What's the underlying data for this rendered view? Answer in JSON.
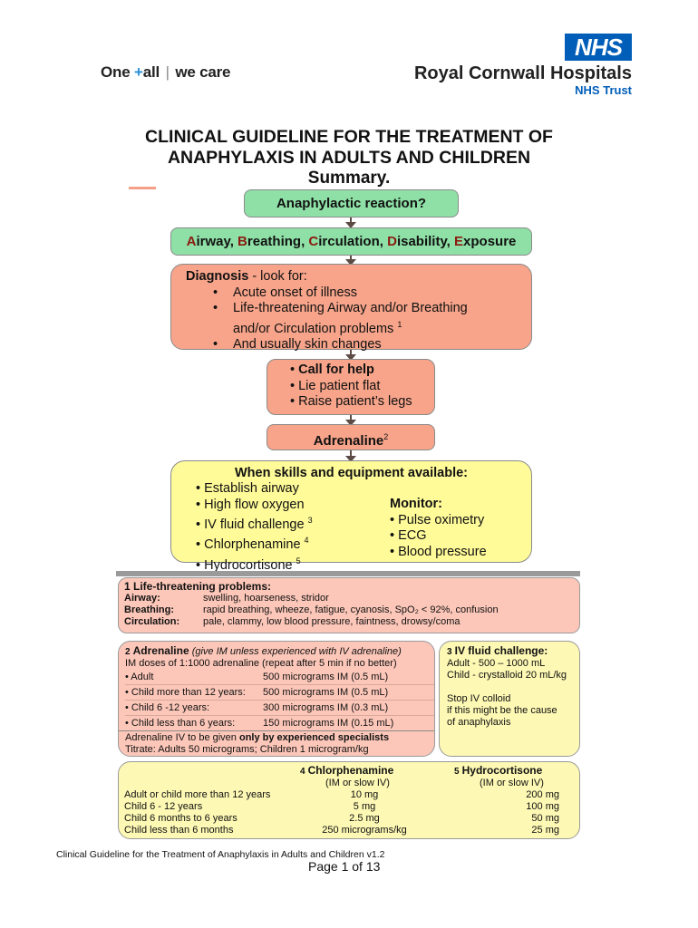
{
  "header": {
    "tagline": {
      "one": "One",
      "plus": "+",
      "all": "all",
      "sep": "|",
      "care": "we care"
    },
    "nhs_logo": "NHS",
    "org_name": "Royal Cornwall Hospitals",
    "org_trust": "NHS Trust"
  },
  "title": {
    "line1": "CLINICAL GUIDELINE FOR THE TREATMENT OF",
    "line2": "ANAPHYLAXIS IN ADULTS AND CHILDREN",
    "subtitle": "Summary."
  },
  "flow": {
    "reaction": "Anaphylactic reaction?",
    "abcde": [
      {
        "letter": "A",
        "rest": "irway, "
      },
      {
        "letter": "B",
        "rest": "reathing, "
      },
      {
        "letter": "C",
        "rest": "irculation, "
      },
      {
        "letter": "D",
        "rest": "isability, "
      },
      {
        "letter": "E",
        "rest": "xposure"
      }
    ],
    "diagnosis": {
      "heading_bold": "Diagnosis",
      "heading_rest": " - look for:",
      "items": [
        "Acute onset of illness",
        "Life-threatening Airway and/or Breathing",
        "and/or Circulation problems",
        "And usually skin changes"
      ],
      "footnote": "1"
    },
    "help": {
      "items": [
        "Call for help",
        "Lie patient flat",
        "Raise patient’s legs"
      ],
      "bullet": "•"
    },
    "adrenaline": {
      "label": "Adrenaline",
      "footnote": "2"
    },
    "skills": {
      "heading": "When skills and equipment available:",
      "left": [
        {
          "text": "Establish airway",
          "sup": ""
        },
        {
          "text": "High flow oxygen",
          "sup": ""
        },
        {
          "text": "IV fluid challenge",
          "sup": "3"
        },
        {
          "text": "Chlorphenamine",
          "sup": "4"
        },
        {
          "text": "Hydrocortisone",
          "sup": "5"
        }
      ],
      "monitor_heading": "Monitor:",
      "monitor": [
        "Pulse oximetry",
        "ECG",
        "Blood pressure"
      ]
    }
  },
  "reference": {
    "life_threatening": {
      "heading": "1 Life-threatening problems:",
      "rows": [
        {
          "label": "Airway:",
          "value": "swelling, hoarseness, stridor"
        },
        {
          "label": "Breathing:",
          "value": "rapid breathing, wheeze, fatigue, cyanosis, SpO₂ < 92%, confusion"
        },
        {
          "label": "Circulation:",
          "value": "pale, clammy, low blood pressure, faintness, drowsy/coma"
        }
      ]
    },
    "adrenaline": {
      "num": "2",
      "heading": "Adrenaline",
      "heading_note": "(give IM unless experienced with IV adrenaline)",
      "intro": "IM doses of 1:1000 adrenaline (repeat after 5 min if no better)",
      "doses": [
        {
          "group": "• Adult",
          "dose": "500 micrograms IM (0.5 mL)"
        },
        {
          "group": "• Child more than 12 years:",
          "dose": "500 micrograms IM (0.5 mL)"
        },
        {
          "group": "• Child 6 -12 years:",
          "dose": "300 micrograms IM (0.3 mL)"
        },
        {
          "group": "• Child less than 6 years:",
          "dose": "150 micrograms IM (0.15 mL)"
        }
      ],
      "iv_pre": "Adrenaline IV to be given ",
      "iv_bold": "only by experienced specialists",
      "titrate": "Titrate: Adults 50 micrograms; Children 1 microgram/kg"
    },
    "iv_fluid": {
      "num": "3",
      "heading": "IV fluid challenge:",
      "adult": "Adult - 500 – 1000 mL",
      "child": "Child - crystalloid 20 mL/kg",
      "stop1": "Stop IV colloid",
      "stop2": "if this might be the cause",
      "stop3": "of anaphylaxis"
    },
    "drugs": {
      "chlor": {
        "num": "4",
        "name": "Chlorphenamine",
        "route": "(IM or slow IV)"
      },
      "hydro": {
        "num": "5",
        "name": "Hydrocortisone",
        "route": "(IM or slow IV)"
      },
      "rows": [
        {
          "group": "Adult or child more than 12 years",
          "chlor": "10 mg",
          "hydro": "200 mg"
        },
        {
          "group": "Child 6 - 12 years",
          "chlor": "5 mg",
          "hydro": "100 mg"
        },
        {
          "group": "Child 6 months to 6 years",
          "chlor": "2.5 mg",
          "hydro": "50 mg"
        },
        {
          "group": "Child less than 6 months",
          "chlor": "250 micrograms/kg",
          "hydro": "25 mg"
        }
      ]
    }
  },
  "footer": {
    "doc_title": "Clinical Guideline for the Treatment of Anaphylaxis in Adults and Children v1.2",
    "page": "Page 1 of 13"
  }
}
